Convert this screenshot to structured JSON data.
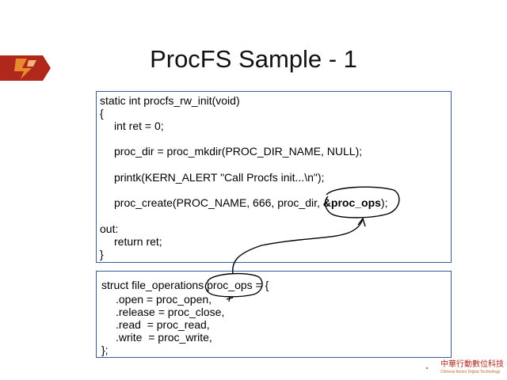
{
  "slide": {
    "title": "ProcFS Sample - 1",
    "code_block_1": {
      "lines": [
        "static int procfs_rw_init(void)",
        "{",
        "int ret = 0;",
        "proc_dir = proc_mkdir(PROC_DIR_NAME, NULL);",
        "printk(KERN_ALERT \"Call Procfs init...\\n\");",
        "proc_create(PROC_NAME, 666, proc_dir,",
        "&proc_ops",
        ");",
        "out:",
        "return ret;",
        "}"
      ]
    },
    "code_block_2": {
      "lines": [
        "struct file_operations proc_ops = {",
        ".open = proc_open,",
        ".release = proc_close,",
        ".read  = proc_read,",
        ".write  = proc_write,",
        "};"
      ]
    },
    "footer": {
      "company_name": "中華行動數位科技",
      "company_name_en": "Chinese Action Digital Technology"
    }
  },
  "colors": {
    "box_border": "#3b5a9a",
    "logo_red": "#b0281c",
    "logo_orange": "#e7892d"
  }
}
